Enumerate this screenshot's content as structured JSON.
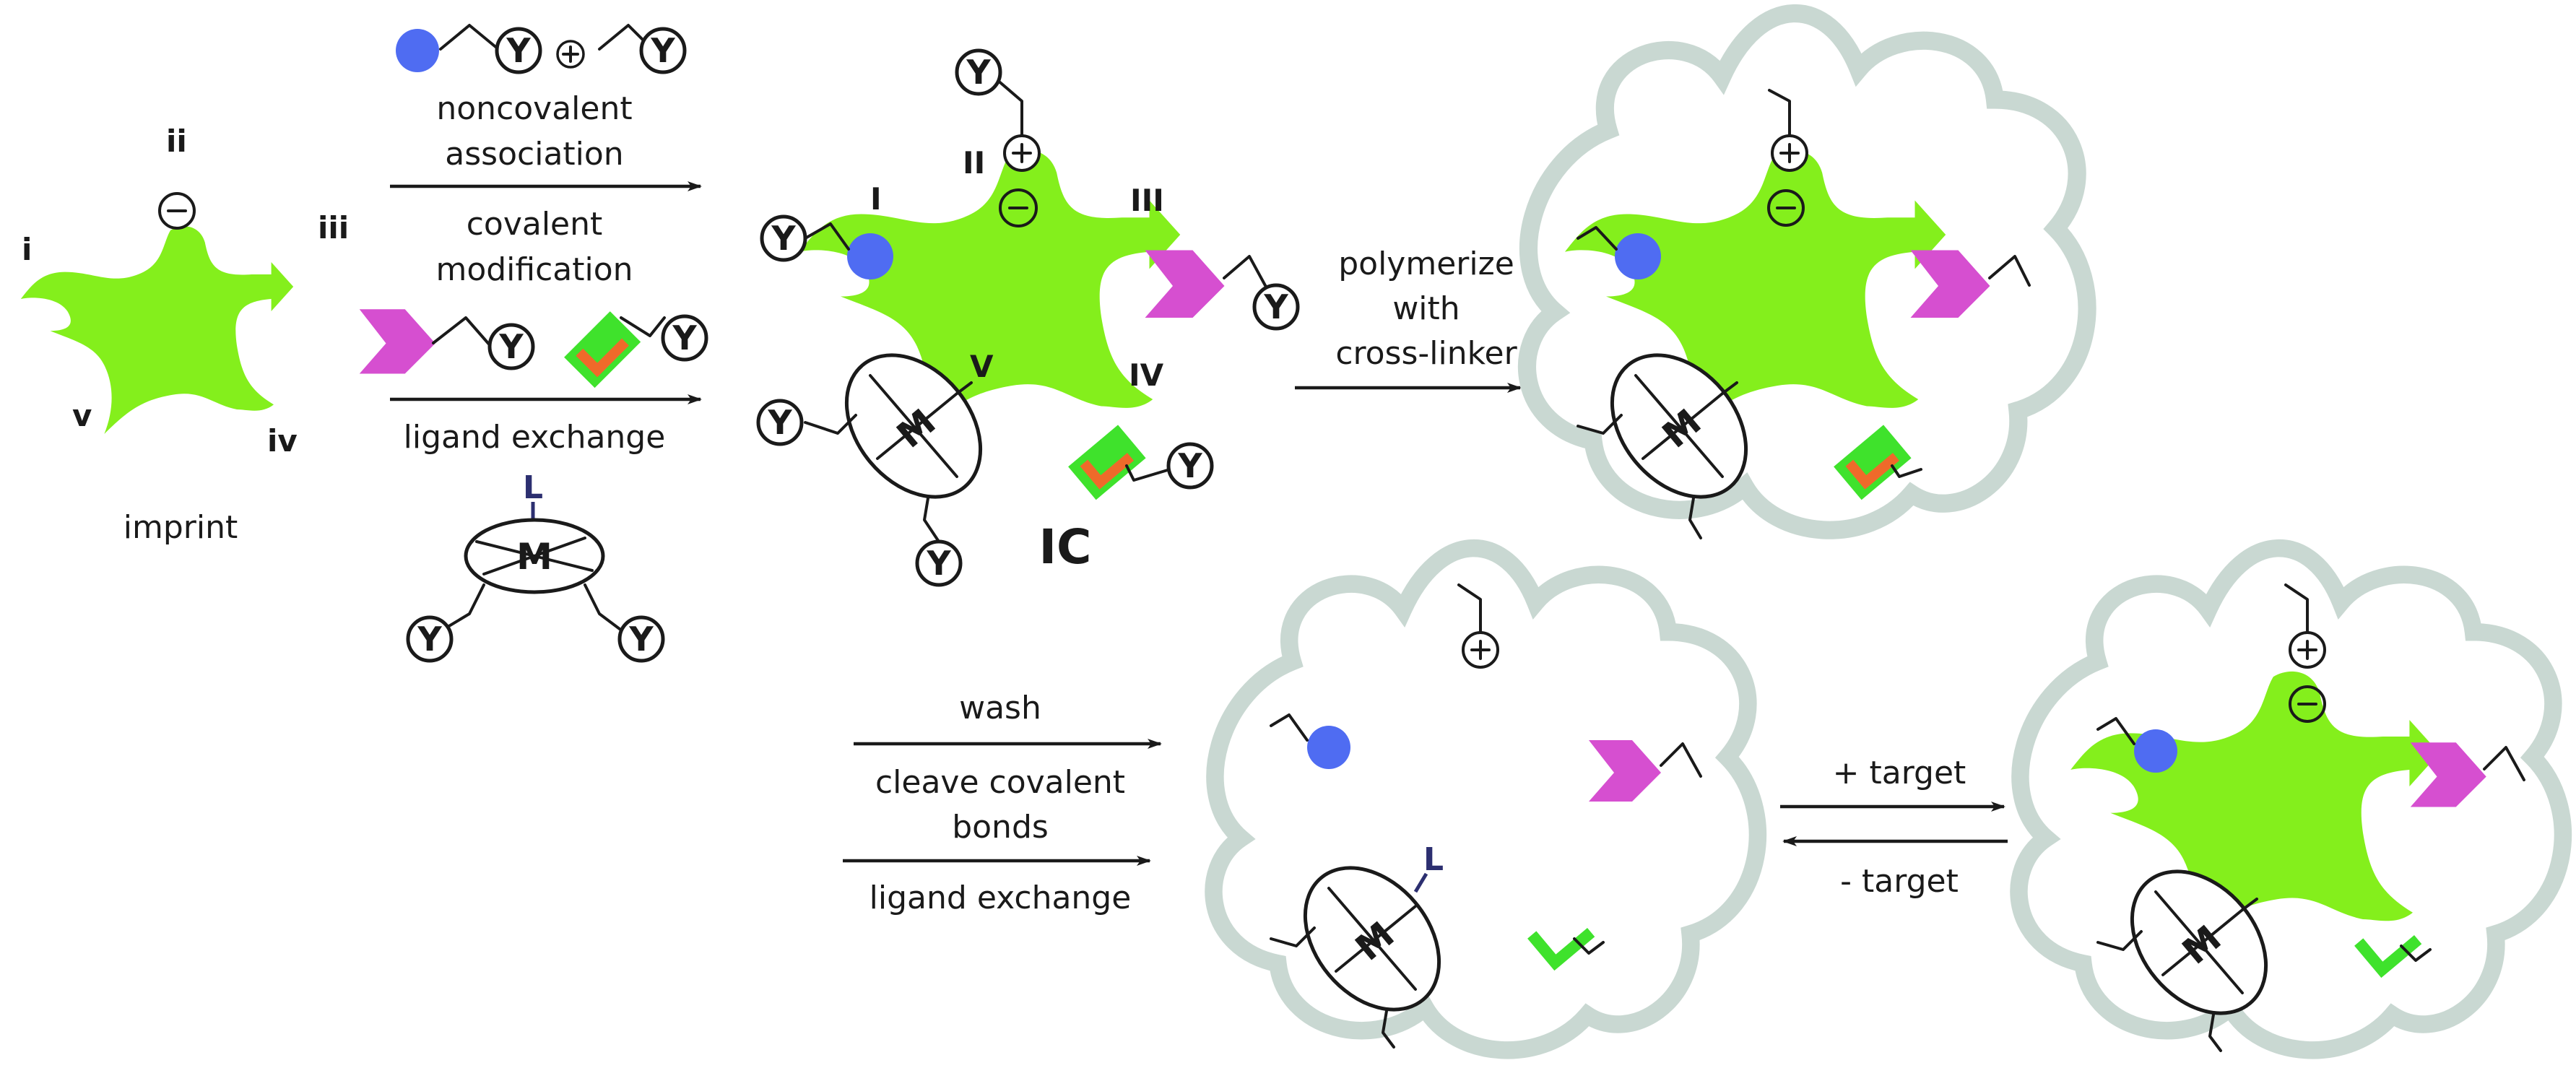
{
  "labels": {
    "imprint": "imprint",
    "site_i": "i",
    "site_ii": "ii",
    "site_iii": "iii",
    "site_iv": "iv",
    "site_v": "v",
    "complex_I": "I",
    "complex_II": "II",
    "complex_III": "III",
    "complex_IV": "IV",
    "complex_V": "V",
    "complex_name": "IC",
    "noncovalent": "noncovalent",
    "association": "association",
    "covalent": "covalent",
    "modification": "modification",
    "ligand_exchange_1": "ligand exchange",
    "polymerize": "polymerize",
    "with": "with",
    "cross_linker": "cross-linker",
    "wash": "wash",
    "cleave_covalent": "cleave covalent",
    "bonds": "bonds",
    "ligand_exchange_2": "ligand exchange",
    "plus_target": "+ target",
    "minus_target": "- target",
    "Y": "Y",
    "M": "M",
    "L": "L",
    "plus": "⊕",
    "minus": "⊖"
  },
  "colors": {
    "imprint_green": "#84ef1c",
    "blue_ball": "#4f6cf2",
    "magenta": "#d64fd0",
    "orange": "#ef6a2a",
    "bright_green": "#3fe22c",
    "polymer_outline": "#c9d8d2",
    "ligand_L": "#2c2f70",
    "ink": "#1a1a1a"
  },
  "icons": [
    "imprint-shape",
    "blue-ball-icon",
    "y-group-icon",
    "plus-charge-icon",
    "minus-charge-icon",
    "chevron-icon",
    "bracket-icon",
    "metal-complex-icon",
    "polymer-cavity",
    "reaction-arrow"
  ]
}
